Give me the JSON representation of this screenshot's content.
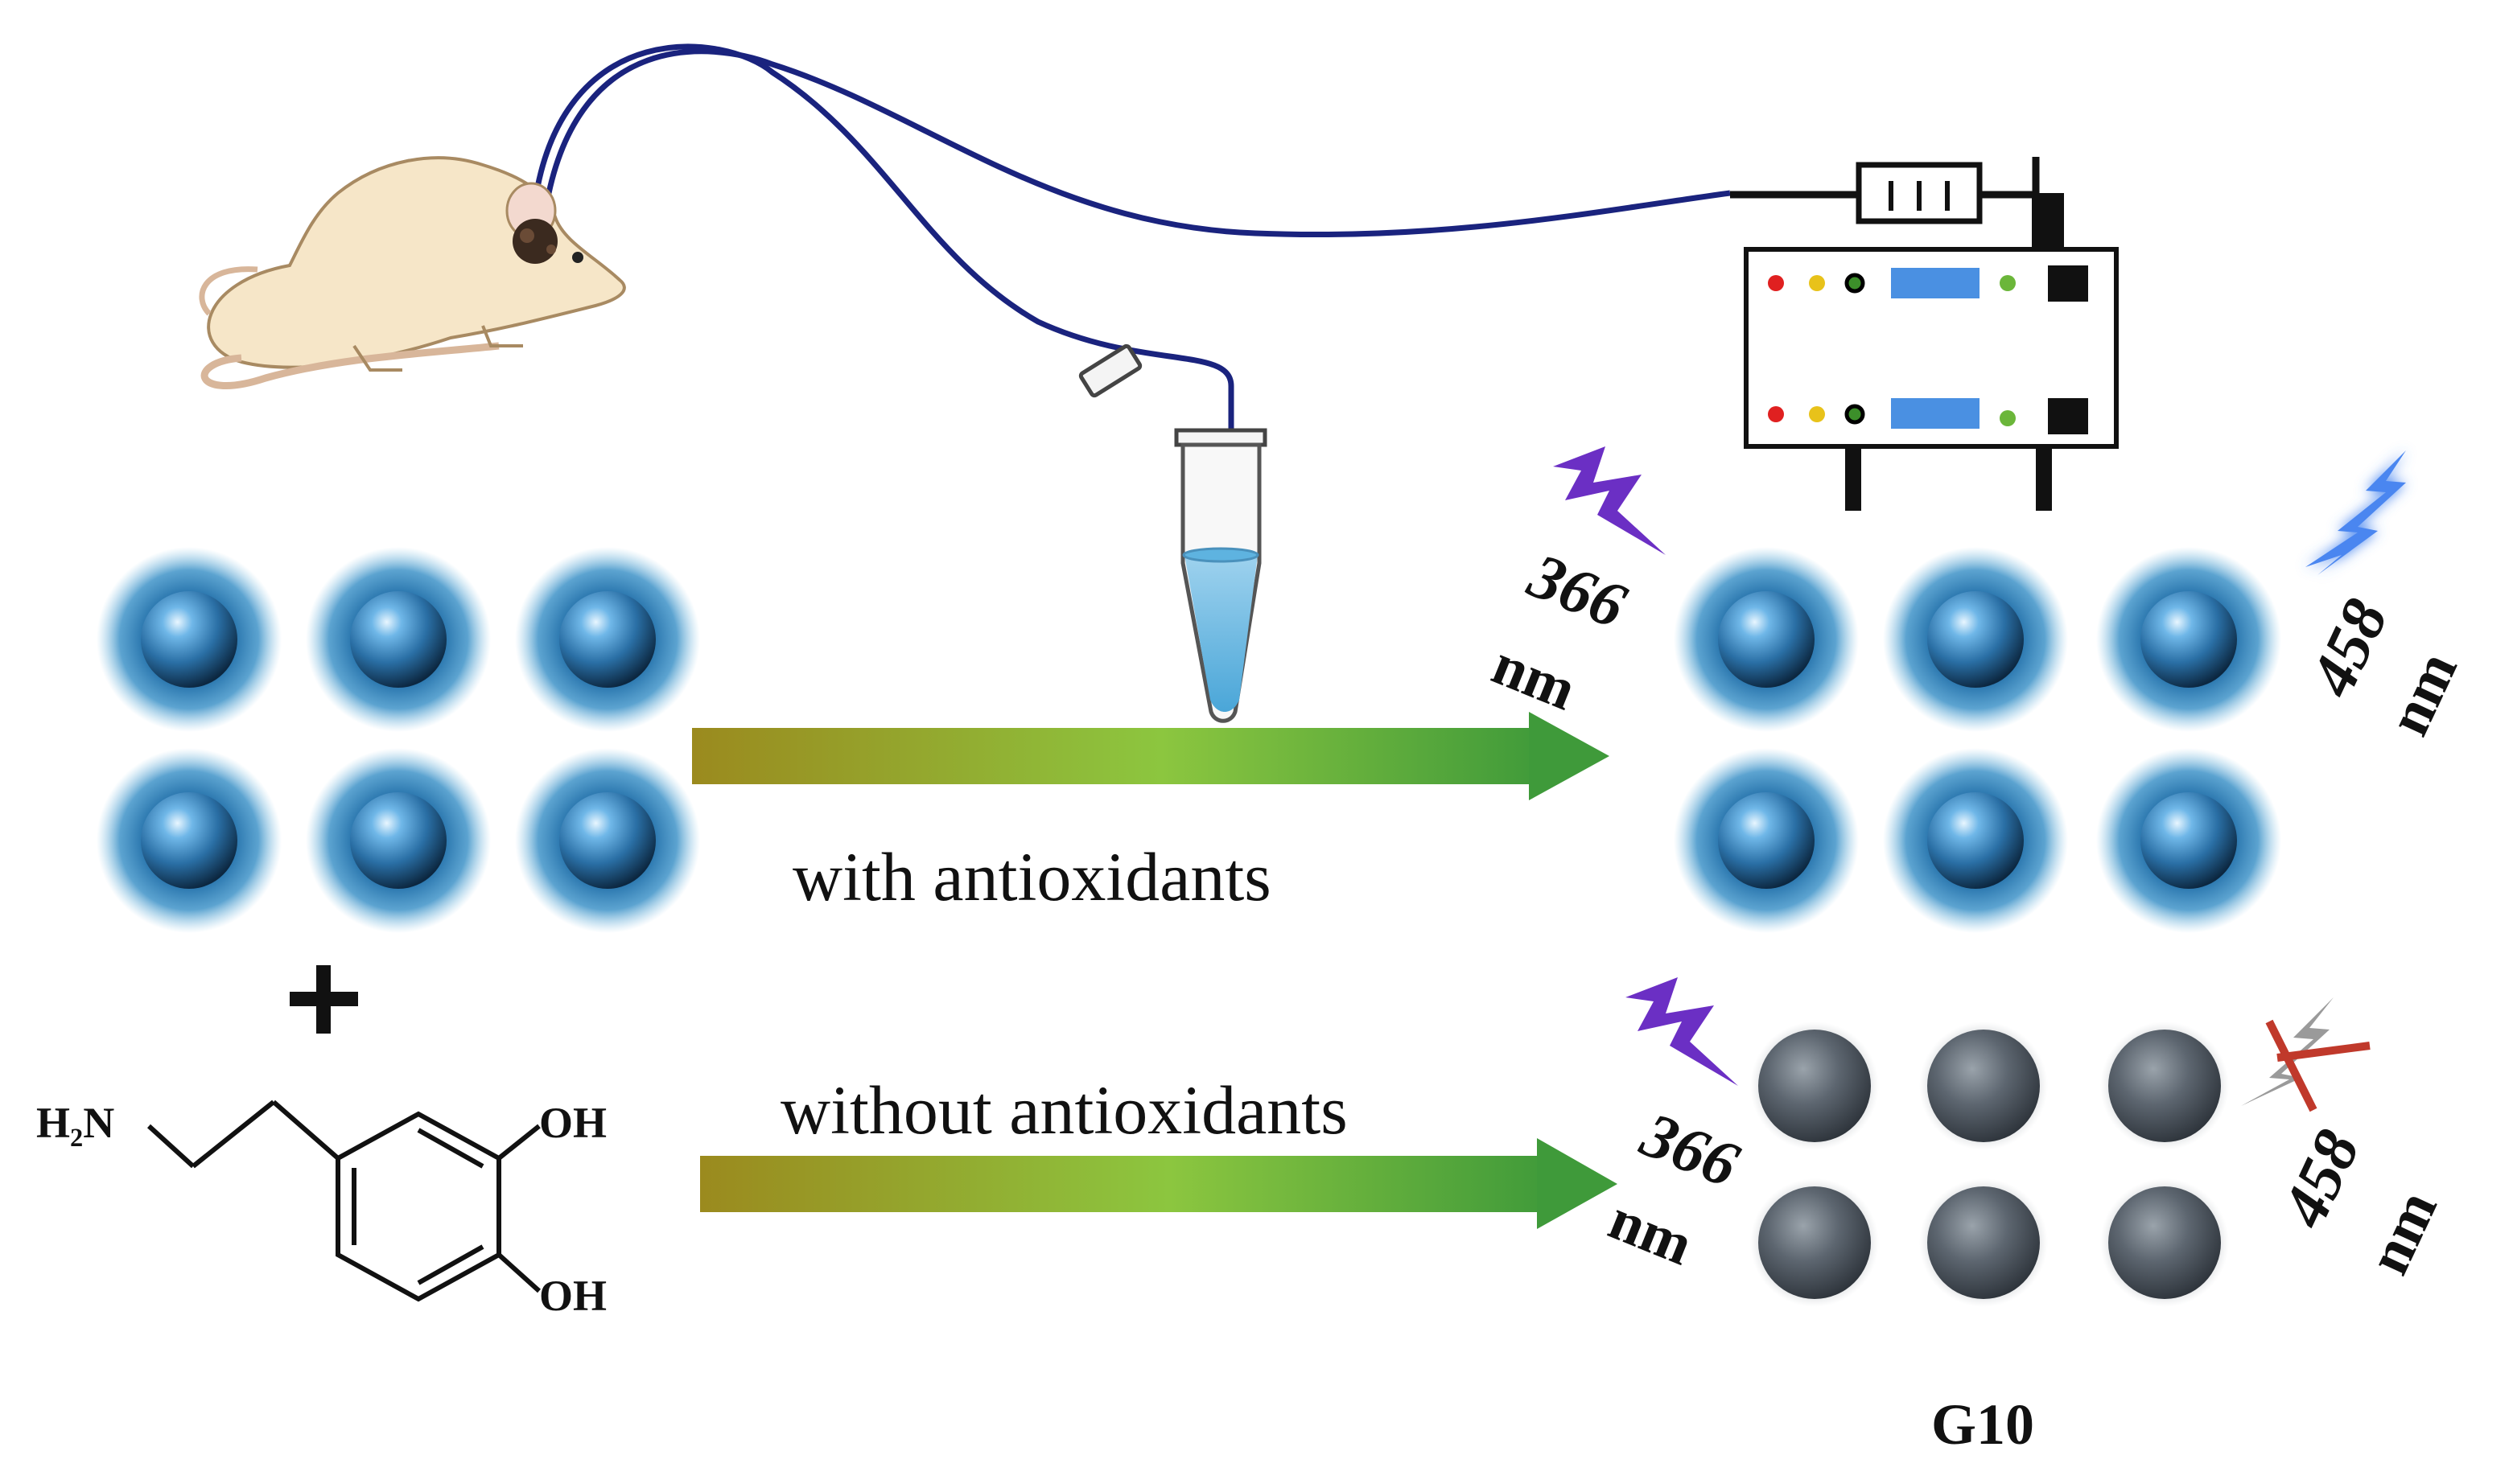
{
  "figure": {
    "arrow_top_label": "with antioxidants",
    "arrow_bottom_label": "without antioxidants",
    "plus_sign": "+",
    "excitation_wavelength": "366",
    "emission_wavelength": "458",
    "unit": "nm",
    "product_label": "G10",
    "chemical": {
      "amine_group": "H₂N",
      "hydroxyl_top": "OH",
      "hydroxyl_bottom": "OH"
    }
  },
  "colors": {
    "nanoparticle_core": "#3a8fd0",
    "nanoparticle_glow": "#2f7fb8",
    "quenched_particle": "#5d6670",
    "excitation_bolt": "#6b2fc4",
    "emission_bolt": "#4a86f0",
    "arrow_gradient_start": "#9b8a1e",
    "arrow_gradient_mid": "#8cc63f",
    "arrow_gradient_end": "#3f9a3a",
    "cross_mark": "#c0392b",
    "tube_liquid": "#7ec4e6",
    "rat_body": "#f6e6c8",
    "tubing": "#1a237e"
  }
}
